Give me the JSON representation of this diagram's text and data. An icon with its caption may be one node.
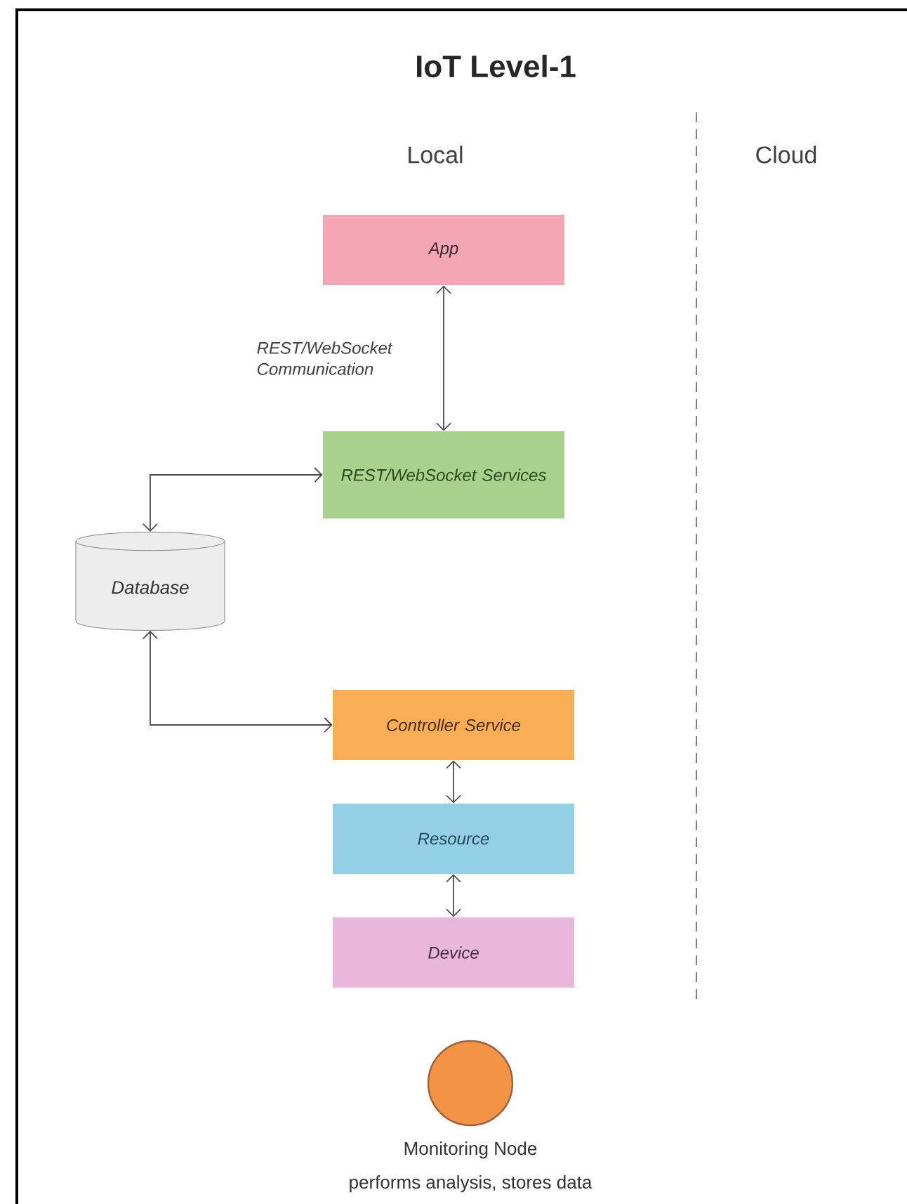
{
  "diagram": {
    "title": "IoT Level-1",
    "nodes": [
      {
        "text": [
          "App"
        ]
      },
      {
        "text": [
          "REST/WebSocket Services"
        ]
      },
      {
        "text": [
          "Database"
        ]
      },
      {
        "text": [
          "Controller Service"
        ]
      },
      {
        "text": [
          "Resource"
        ]
      },
      {
        "text": [
          "Device"
        ]
      },
      {
        "text": [
          "Monitoring Node",
          "performs analysis, stores data"
        ]
      }
    ],
    "edges": [
      {
        "from": 0,
        "to": 1,
        "arrow": "both",
        "label": "REST/WebSocket Communication"
      },
      {
        "from": 2,
        "to": 1,
        "arrow": "both"
      },
      {
        "from": 2,
        "to": 3,
        "arrow": "both"
      },
      {
        "from": 3,
        "to": 4,
        "arrow": "both"
      },
      {
        "from": 4,
        "to": 5,
        "arrow": "both"
      }
    ],
    "labels": [
      "Local",
      "Cloud"
    ]
  }
}
